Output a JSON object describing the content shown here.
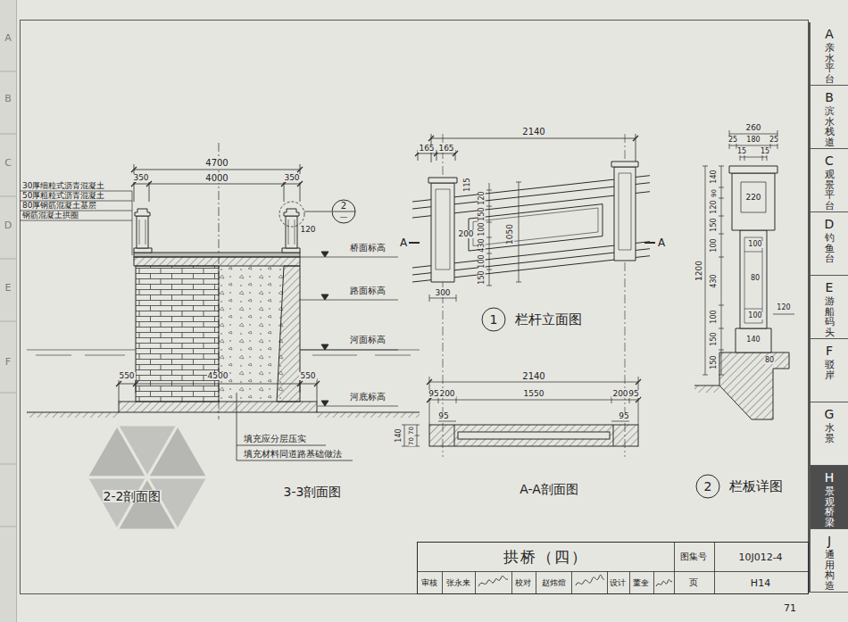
{
  "diagram": {
    "title": "拱桥（四）",
    "nodes": [
      {
        "text": [
          "2",
          "—"
        ]
      },
      {
        "text": [
          "1",
          "栏杆立面图"
        ]
      },
      {
        "text": [
          "2",
          "栏板详图"
        ]
      },
      {
        "text": [
          "A",
          "亲水平台"
        ]
      },
      {
        "text": [
          "B",
          "滨水栈道"
        ]
      },
      {
        "text": [
          "C",
          "观景平台"
        ]
      },
      {
        "text": [
          "D",
          "钓鱼台"
        ]
      },
      {
        "text": [
          "E",
          "游船码头"
        ]
      },
      {
        "text": [
          "F",
          "驳岸"
        ]
      },
      {
        "text": [
          "G",
          "水景"
        ]
      },
      {
        "text": [
          "H",
          "景观桥梁"
        ]
      },
      {
        "text": [
          "J",
          "通用构造"
        ]
      }
    ],
    "labels": [
      "A",
      "B",
      "C",
      "D",
      "E",
      "F",
      "4700",
      "4000",
      "350",
      "350",
      "30厚细粒式沥青混凝土",
      "50厚粗粒式沥青混凝土",
      "80厚钢筋混凝土基层",
      "钢筋混凝土拱圈",
      "120",
      "桥面标高",
      "路面标高",
      "河面标高",
      "河底标高",
      "550",
      "4500",
      "550",
      "填充应分层压实",
      "填充材料同道路基础做法",
      "2-2剖面图",
      "3-3剖面图",
      "165",
      "165",
      "2140",
      "115",
      "120",
      "150",
      "100",
      "430",
      "100",
      "150",
      "200",
      "1050",
      "300",
      "A",
      "A",
      "2140",
      "95",
      "200",
      "1550",
      "200",
      "95",
      "95",
      "95",
      "140",
      "70",
      "70",
      "A-A剖面图",
      "260",
      "25",
      "180",
      "25",
      "15",
      "15",
      "140",
      "90",
      "120",
      "150",
      "100",
      "430",
      "100",
      "150",
      "150",
      "1200",
      "220",
      "100",
      "80",
      "100",
      "140",
      "120",
      "80",
      "图集号",
      "10J012-4",
      "审核",
      "张永来",
      "校对",
      "赵炜煊",
      "设计",
      "董奎",
      "页",
      "H14",
      "71"
    ]
  }
}
